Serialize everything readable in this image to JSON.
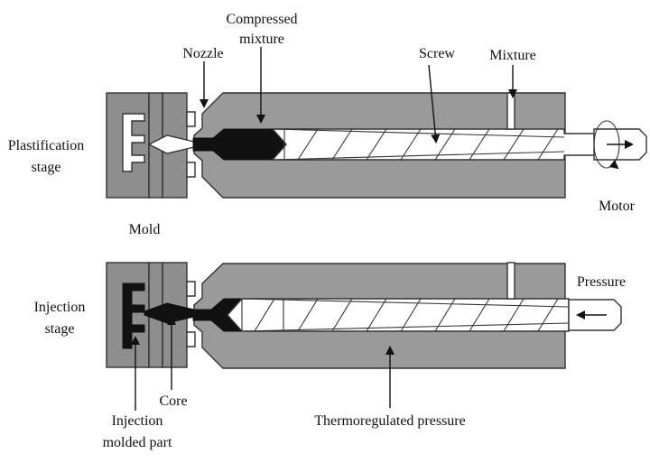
{
  "labels": {
    "compressed_mixture_l1": "Compressed",
    "compressed_mixture_l2": "mixture",
    "nozzle": "Nozzle",
    "screw": "Screw",
    "mixture": "Mixture",
    "plastification_l1": "Plastification",
    "plastification_l2": "stage",
    "motor": "Motor",
    "mold": "Mold",
    "pressure": "Pressure",
    "injection_stage_l1": "Injection",
    "injection_stage_l2": "stage",
    "core": "Core",
    "injection_part_l1": "Injection",
    "injection_part_l2": "molded part",
    "thermoregulated_pressure": "Thermoregulated pressure"
  }
}
